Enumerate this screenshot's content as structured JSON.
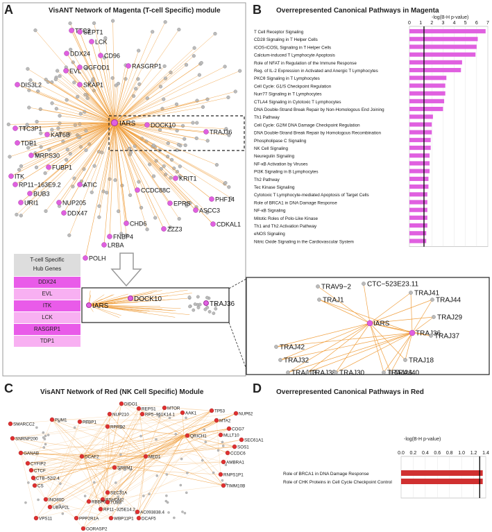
{
  "panels": {
    "A": {
      "letter": "A",
      "title": "VisANT Network of Magenta (T-cell Specific) module",
      "center": "IARS",
      "hub_labels": [
        "TTC3",
        "SEPT1",
        "LCK",
        "DDX24",
        "CD96",
        "RASGRP1",
        "EVL",
        "OGFOD1",
        "SKAP1",
        "DIS3L2",
        "TTC3P1",
        "KAT6B",
        "TDP1",
        "MRPS30",
        "FUBP1",
        "ITK",
        "RP11−163E9.2",
        "BUB3",
        "URI1",
        "ATIC",
        "NUP205",
        "DDX47",
        "CCDC88C",
        "EPRS",
        "ASCC3",
        "PHF14",
        "CDKAL1",
        "CHD6",
        "ZZZ3",
        "FNBP4",
        "LRBA",
        "POLH",
        "KRIT1",
        "DOCK10",
        "TRAJ36"
      ],
      "hub_table": {
        "header": "T-cell Specific\nHub Genes",
        "rows": [
          "DDX24",
          "EVL",
          "ITK",
          "LCK",
          "RASGRP1",
          "TDP1"
        ]
      },
      "zoom_labels": [
        "IARS",
        "DOCK10",
        "TRAJ36"
      ],
      "detail_labels": [
        "TRAV9−2",
        "CTC−523E23.11",
        "TRAJ41",
        "TRAJ44",
        "TRAJ1",
        "TRAJ29",
        "IARS",
        "TRAJ36",
        "TRAJ42",
        "TRAJ37",
        "TRAJ32",
        "TRAJ18",
        "TRAJ13",
        "TRAJ38",
        "TRAJ40",
        "TRAJ30",
        "TRAJ26"
      ]
    },
    "B": {
      "letter": "B",
      "title": "Overrepresented Canonical Pathways in Magenta",
      "axis_label": "-log(B-H p-value)"
    },
    "C": {
      "letter": "C",
      "title": "VisANT Network of Red (NK Cell Specific) Module",
      "labels": [
        "DIDO1",
        "REPS1",
        "MTOR",
        "AAK1",
        "TP53",
        "NUP62",
        "PUM1",
        "PTBP1",
        "NUP210",
        "RP5−961K14.1",
        "MTA2",
        "RPRD2",
        "COG7",
        "SMARCC2",
        "MLLT10",
        "QRICH1",
        "SNRNP200",
        "SEC61A1",
        "SOS1",
        "CCDC6",
        "GANAB",
        "DCAF2",
        "MED1",
        "AMBRA1",
        "CYFIP2",
        "CTCF",
        "SRRM1",
        "RNPS1P1",
        "CTB−52I2.4",
        "TIMM10B",
        "CS",
        "SEC31A",
        "RSHDM2",
        "INO80D",
        "RBBP6",
        "TUB8",
        "UBAP2L",
        "RP11−325E14.2",
        "AC093838.4",
        "VPS11",
        "PPP2R1A",
        "WBP11P1",
        "DCAF5",
        "GORASP2"
      ]
    },
    "D": {
      "letter": "D",
      "title": "Overrepresented Canonical Pathways in Red",
      "axis_label": "-log(B-H p-value)"
    }
  },
  "chart_data": [
    {
      "type": "bar",
      "orientation": "horizontal",
      "xlabel": "-log(B-H p-value)",
      "xlim": [
        0,
        7
      ],
      "ticks": [
        "0",
        "1",
        "2",
        "3",
        "4",
        "5",
        "6",
        "7"
      ],
      "threshold": 1.3,
      "color": "#e060e0",
      "categories": [
        "T Cell Receptor Signaling",
        "CD28 Signaling in T Helper Cells",
        "iCOS-iCOSL Signaling in T Helper Cells",
        "Calcium-induced T Lymphocyte Apoptosis",
        "Role of NFAT in Regulation of the Immune Response",
        "Reg. of IL-2 Expression in Activated and Anergic T Lymphocytes",
        "PKCθ Signaling in T Lymphocytes",
        "Cell Cycle: G1/S Checkpoint Regulation",
        "Nurr77 Signaling in T Lymphocytes",
        "CTLA4 Signaling in Cytotoxic T Lymphocytes",
        "DNA Double-Strand Break Repair by Non-Homologous End Joining",
        "Th1 Pathway",
        "Cell Cycle: G2/M DNA Damage Checkpoint Regulation",
        "DNA Double-Strand Break Repair by Homologous Recombination",
        "Phospholipase C Signaling",
        "NK Cell Signaling",
        "Neuregulin Signaling",
        "NF-κB Activation by Viruses",
        "PI3K Signaling in B Lymphocytes",
        "Th2 Pathway",
        "Tec Kinase Signaling",
        "Cytotoxic T Lymphocyte-mediated Apoptosis of Target Cells",
        "Role of BRCA1 in DNA Damage Response",
        "NF-κB Signaling",
        "Mitotic Roles of Polo-Like Kinase",
        "Th1 and Th2 Activation Pathway",
        "eNOS Signaling",
        "Nitric Oxide Signaling in the Cardiovascular System"
      ],
      "values": [
        6.8,
        6.1,
        6.0,
        5.9,
        4.7,
        4.6,
        3.3,
        3.2,
        3.2,
        3.1,
        3.0,
        2.1,
        2.0,
        2.0,
        1.9,
        1.9,
        1.8,
        1.8,
        1.8,
        1.7,
        1.7,
        1.6,
        1.6,
        1.6,
        1.6,
        1.6,
        1.5,
        1.5
      ]
    },
    {
      "type": "bar",
      "orientation": "horizontal",
      "xlabel": "-log(B-H p-value)",
      "xlim": [
        0,
        1.4
      ],
      "ticks": [
        "0.0",
        "0.2",
        "0.4",
        "0.6",
        "0.8",
        "1.0",
        "1.2",
        "1.4"
      ],
      "threshold": 1.3,
      "color": "#d03030",
      "categories": [
        "Role of BRCA1 in DNA Damage Response",
        "Role of CHK Proteins in Cell Cycle Checkpoint Control"
      ],
      "values": [
        1.35,
        1.35
      ]
    }
  ]
}
